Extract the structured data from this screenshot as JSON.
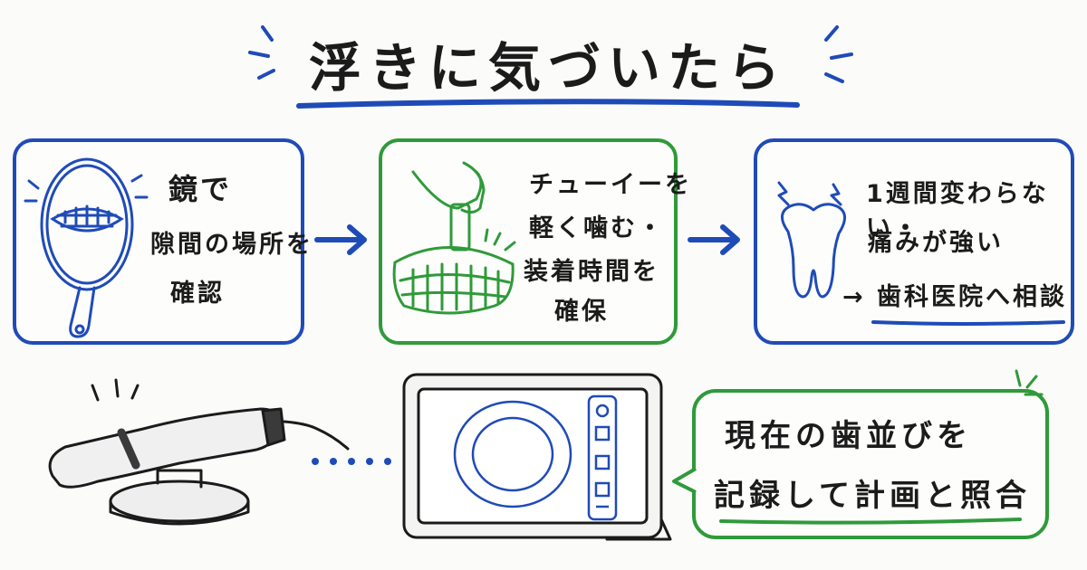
{
  "title": "浮きに気づいたら",
  "step1": {
    "line1": "鏡で",
    "line2": "隙間の場所を",
    "line3": "確認"
  },
  "step2": {
    "line1": "チューイーを",
    "line2": "軽く噛む・",
    "line3": "装着時間を",
    "line4": "確保"
  },
  "step3": {
    "line1": "1週間変わらない・",
    "line2": "痛みが強い",
    "arrow": "→",
    "line3": "歯科医院へ相談"
  },
  "bubble": {
    "line1": "現在の歯並びを",
    "line2": "記録して計画と照合"
  },
  "colors": {
    "blue": "#1f4bb8",
    "green": "#2f9a3a",
    "ink": "#1b1b1b"
  }
}
